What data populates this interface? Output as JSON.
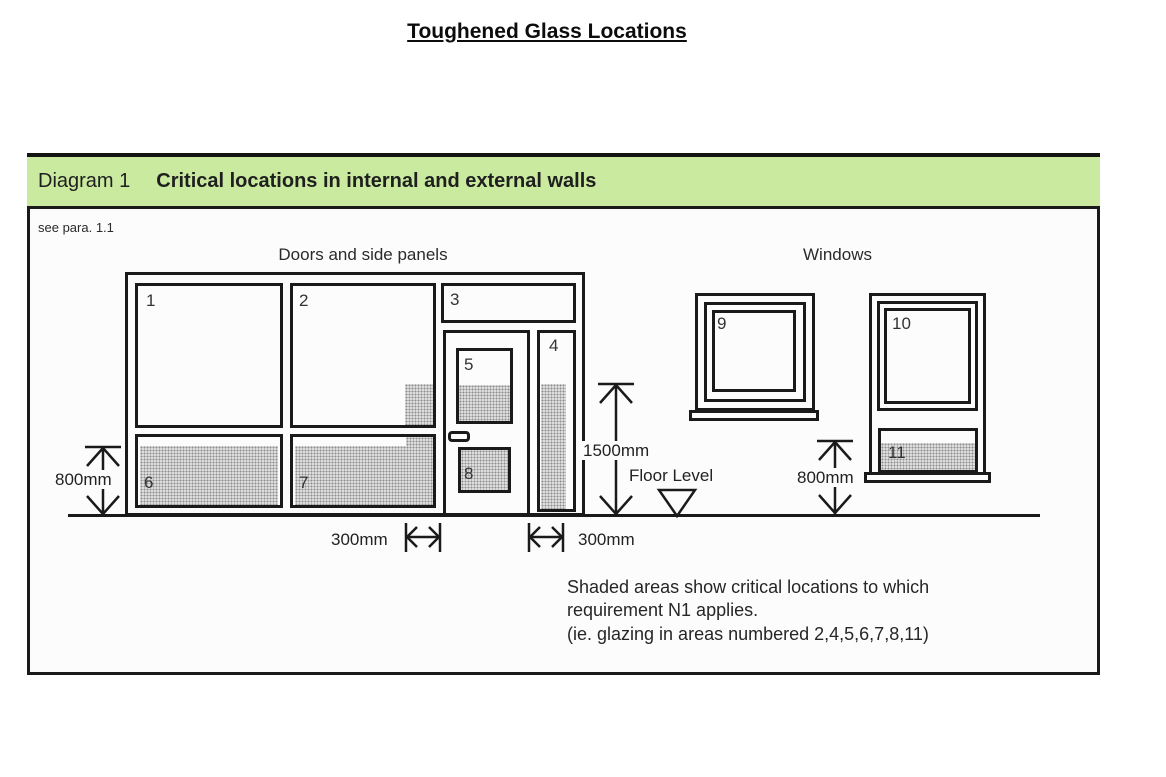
{
  "page_title": "Toughened Glass Locations",
  "diagram": {
    "label": "Diagram 1",
    "title": "Critical locations in internal and external walls",
    "ref_note": "see para. 1.1",
    "sections": {
      "doors": "Doors and side panels",
      "windows": "Windows"
    },
    "panels": {
      "n1": "1",
      "n2": "2",
      "n3": "3",
      "n4": "4",
      "n5": "5",
      "n6": "6",
      "n7": "7",
      "n8": "8",
      "n9": "9",
      "n10": "10",
      "n11": "11"
    },
    "dimensions": {
      "left_height": "800mm",
      "door_height": "1500mm",
      "floor_label": "Floor Level",
      "left_width": "300mm",
      "right_width": "300mm",
      "right_height": "800mm"
    },
    "notes": {
      "line1": "Shaded areas show critical locations to which",
      "line2": "requirement N1 applies.",
      "line3": "(ie. glazing in areas numbered 2,4,5,6,7,8,11)"
    },
    "colors": {
      "header_bg": "#c9ea9f",
      "line": "#1a1a1a",
      "shade_bg": "#e0e0e0",
      "shade_dot": "#8f8f8f"
    }
  }
}
